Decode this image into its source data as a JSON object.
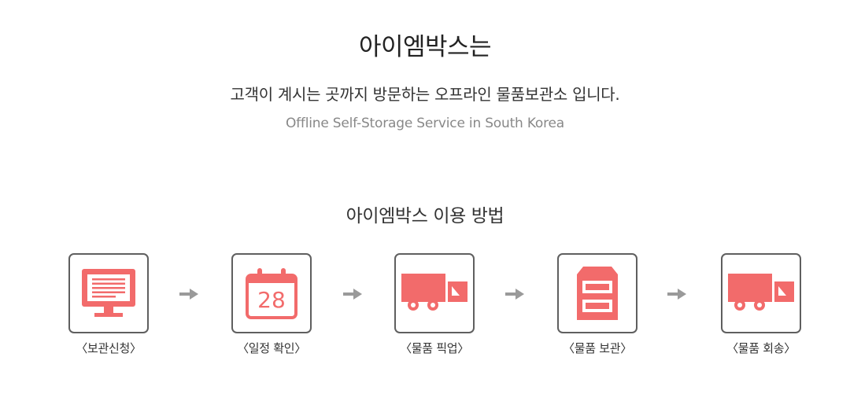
{
  "header": {
    "title": "아이엠박스는",
    "subtitle": "고객이 계시는 곳까지 방문하는 오프라인 물품보관소 입니다.",
    "subtitle_en": "Offline Self-Storage Service in South Korea"
  },
  "howto": {
    "title": "아이엠박스 이용 방법",
    "steps": [
      {
        "label": "〈보관신청〉",
        "icon": "monitor-icon"
      },
      {
        "label": "〈일정 확인〉",
        "icon": "calendar-icon",
        "icon_text": "28"
      },
      {
        "label": "〈물품 픽업〉",
        "icon": "truck-icon"
      },
      {
        "label": "〈물품 보관〉",
        "icon": "storage-cabinet-icon"
      },
      {
        "label": "〈물품 회송〉",
        "icon": "truck-icon"
      }
    ]
  },
  "colors": {
    "accent": "#f26b6b",
    "border": "#5f5f5f",
    "arrow": "#9a9a9a"
  }
}
